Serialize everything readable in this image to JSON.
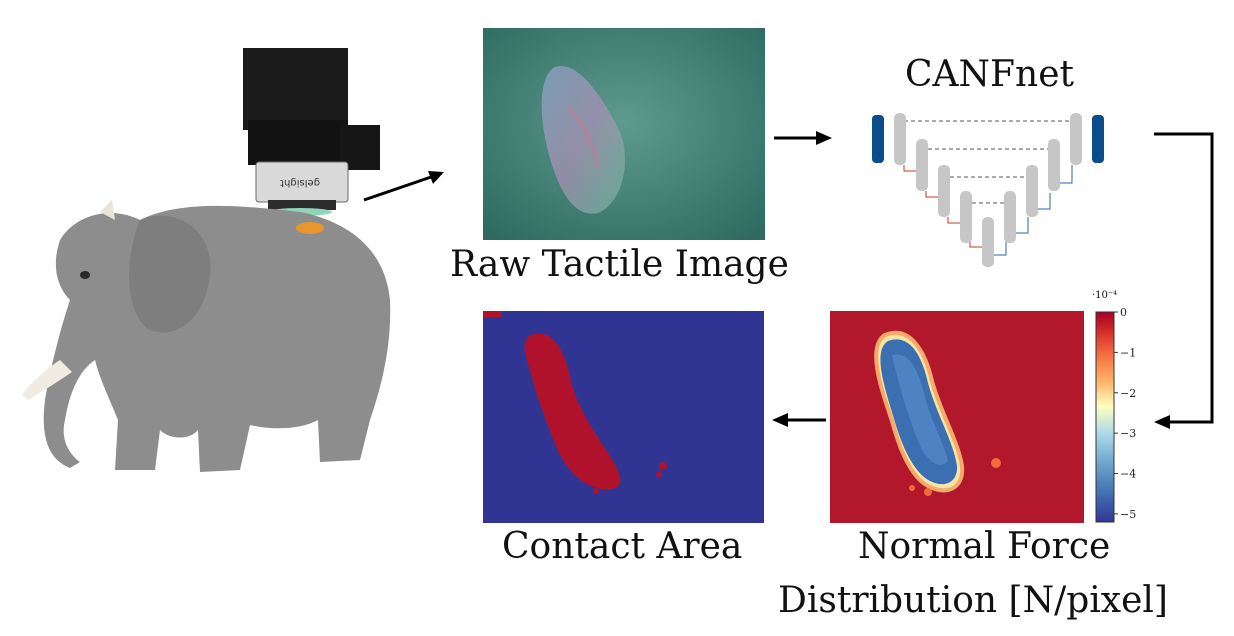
{
  "sensor_brand": "gelsight",
  "panels": {
    "raw": {
      "caption": "Raw Tactile Image"
    },
    "net": {
      "title": "CANFnet"
    },
    "force": {
      "caption_line1": "Normal Force",
      "caption_line2": "Distribution [N/pixel]"
    },
    "contact": {
      "caption": "Contact Area"
    }
  },
  "colorbar": {
    "exponent": "·10⁻⁴",
    "ticks": [
      "0",
      "−1",
      "−2",
      "−3",
      "−4",
      "−5"
    ],
    "range": [
      -5.2,
      0
    ],
    "colormap": [
      "#313695",
      "#4575b4",
      "#74add1",
      "#abd9e9",
      "#ffffbf",
      "#fdae61",
      "#f46d43",
      "#d73027",
      "#a50026"
    ]
  },
  "colors": {
    "contact_bg": "#303593",
    "contact_fg": "#b1122b",
    "force_bg": "#b3172c",
    "net_block": "#c6c6c6",
    "net_io": "#0a4d8a",
    "arrow": "#000000"
  }
}
